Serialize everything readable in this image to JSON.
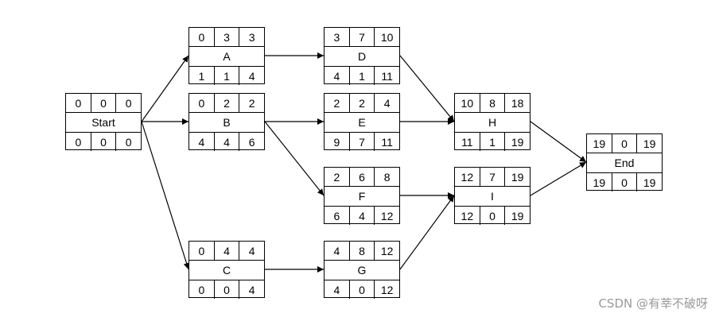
{
  "nodes": {
    "start": {
      "name": "Start",
      "es": "0",
      "dur": "0",
      "ef": "0",
      "ls": "0",
      "slack": "0",
      "lf": "0"
    },
    "a": {
      "name": "A",
      "es": "0",
      "dur": "3",
      "ef": "3",
      "ls": "1",
      "slack": "1",
      "lf": "4"
    },
    "b": {
      "name": "B",
      "es": "0",
      "dur": "2",
      "ef": "2",
      "ls": "4",
      "slack": "4",
      "lf": "6"
    },
    "c": {
      "name": "C",
      "es": "0",
      "dur": "4",
      "ef": "4",
      "ls": "0",
      "slack": "0",
      "lf": "4"
    },
    "d": {
      "name": "D",
      "es": "3",
      "dur": "7",
      "ef": "10",
      "ls": "4",
      "slack": "1",
      "lf": "11"
    },
    "e": {
      "name": "E",
      "es": "2",
      "dur": "2",
      "ef": "4",
      "ls": "9",
      "slack": "7",
      "lf": "11"
    },
    "f": {
      "name": "F",
      "es": "2",
      "dur": "6",
      "ef": "8",
      "ls": "6",
      "slack": "4",
      "lf": "12"
    },
    "g": {
      "name": "G",
      "es": "4",
      "dur": "8",
      "ef": "12",
      "ls": "4",
      "slack": "0",
      "lf": "12"
    },
    "h": {
      "name": "H",
      "es": "10",
      "dur": "8",
      "ef": "18",
      "ls": "11",
      "slack": "1",
      "lf": "19"
    },
    "i": {
      "name": "I",
      "es": "12",
      "dur": "7",
      "ef": "19",
      "ls": "12",
      "slack": "0",
      "lf": "19"
    },
    "end": {
      "name": "End",
      "es": "19",
      "dur": "0",
      "ef": "19",
      "ls": "19",
      "slack": "0",
      "lf": "19"
    }
  },
  "edges": [
    [
      "start",
      "a"
    ],
    [
      "start",
      "b"
    ],
    [
      "start",
      "c"
    ],
    [
      "a",
      "d"
    ],
    [
      "b",
      "e"
    ],
    [
      "b",
      "f"
    ],
    [
      "c",
      "g"
    ],
    [
      "d",
      "h"
    ],
    [
      "e",
      "h"
    ],
    [
      "f",
      "i"
    ],
    [
      "g",
      "i"
    ],
    [
      "h",
      "end"
    ],
    [
      "i",
      "end"
    ]
  ],
  "watermark": "CSDN @有莘不破呀"
}
